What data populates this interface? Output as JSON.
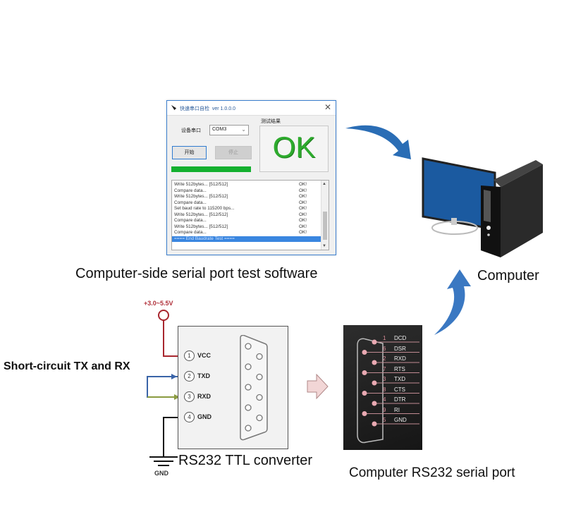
{
  "software_window": {
    "title": "快速串口自检",
    "version": "ver 1.0.0.0",
    "close_label": "✕",
    "port_label": "设备串口",
    "port_value": "COM3",
    "start_button": "开始",
    "stop_button": "停止",
    "progress_percent": 100,
    "result_group_label": "测试结果",
    "result_text": "OK",
    "log": [
      {
        "message": "Write 512bytes... [512/512]",
        "status": "OK!"
      },
      {
        "message": "Compare data...",
        "status": "OK!"
      },
      {
        "message": "Write 512bytes... [512/512]",
        "status": "OK!"
      },
      {
        "message": "Compare data...",
        "status": "OK!"
      },
      {
        "message": "Set baud rate to 115200 bps...",
        "status": "OK!"
      },
      {
        "message": "Write 512bytes... [512/512]",
        "status": "OK!"
      },
      {
        "message": "Compare data...",
        "status": "OK!"
      },
      {
        "message": "Write 512bytes... [512/512]",
        "status": "OK!"
      },
      {
        "message": "Compare data...",
        "status": "OK!"
      },
      {
        "message": "==== End Baudrate Test ====",
        "status": ""
      }
    ]
  },
  "captions": {
    "software": "Computer-side serial port test software",
    "computer": "Computer",
    "short_circuit": "Short-circuit TX and RX",
    "converter": "RS232 TTL converter",
    "serial_port": "Computer RS232 serial port"
  },
  "power": {
    "voltage_label": "+3.0~5.5V",
    "ground_label": "GND"
  },
  "converter_pins": [
    {
      "number": "1",
      "name": "VCC"
    },
    {
      "number": "2",
      "name": "TXD"
    },
    {
      "number": "3",
      "name": "RXD"
    },
    {
      "number": "4",
      "name": "GND"
    }
  ],
  "db9_pins": [
    {
      "number": "1",
      "name": "DCD"
    },
    {
      "number": "6",
      "name": "DSR"
    },
    {
      "number": "2",
      "name": "RXD"
    },
    {
      "number": "7",
      "name": "RTS"
    },
    {
      "number": "3",
      "name": "TXD"
    },
    {
      "number": "8",
      "name": "CTS"
    },
    {
      "number": "4",
      "name": "DTR"
    },
    {
      "number": "9",
      "name": "RI"
    },
    {
      "number": "5",
      "name": "GND"
    }
  ],
  "colors": {
    "arrow_blue": "#2a6db5",
    "ok_green": "#2eab2e",
    "progress_green": "#14b02f",
    "vcc_wire": "#a8262e",
    "txd_wire": "#3a64a8",
    "rxd_wire": "#8a9a40",
    "monitor_screen": "#1b5aa0"
  }
}
